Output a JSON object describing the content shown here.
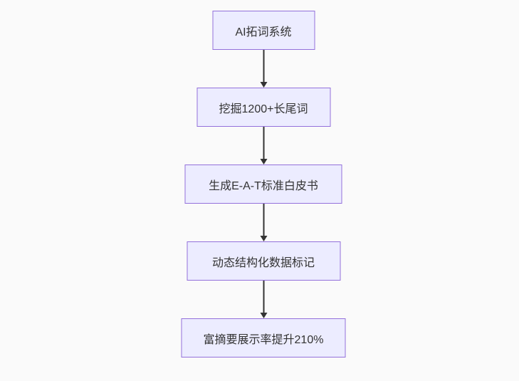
{
  "diagram": {
    "type": "flowchart",
    "direction": "top-down",
    "nodes": [
      {
        "label": "AI拓词系统"
      },
      {
        "label": "挖掘1200+长尾词"
      },
      {
        "label": "生成E-A-T标准白皮书"
      },
      {
        "label": "动态结构化数据标记"
      },
      {
        "label": "富摘要展示率提升210%"
      }
    ],
    "edges": [
      {
        "from": "AI拓词系统",
        "to": "挖掘1200+长尾词"
      },
      {
        "from": "挖掘1200+长尾词",
        "to": "生成E-A-T标准白皮书"
      },
      {
        "from": "生成E-A-T标准白皮书",
        "to": "动态结构化数据标记"
      },
      {
        "from": "动态结构化数据标记",
        "to": "富摘要展示率提升210%"
      }
    ],
    "colors": {
      "background": "#fafafa",
      "node_fill": "#ececff",
      "node_border": "#9370db",
      "arrow": "#333333",
      "text": "#333333"
    }
  }
}
